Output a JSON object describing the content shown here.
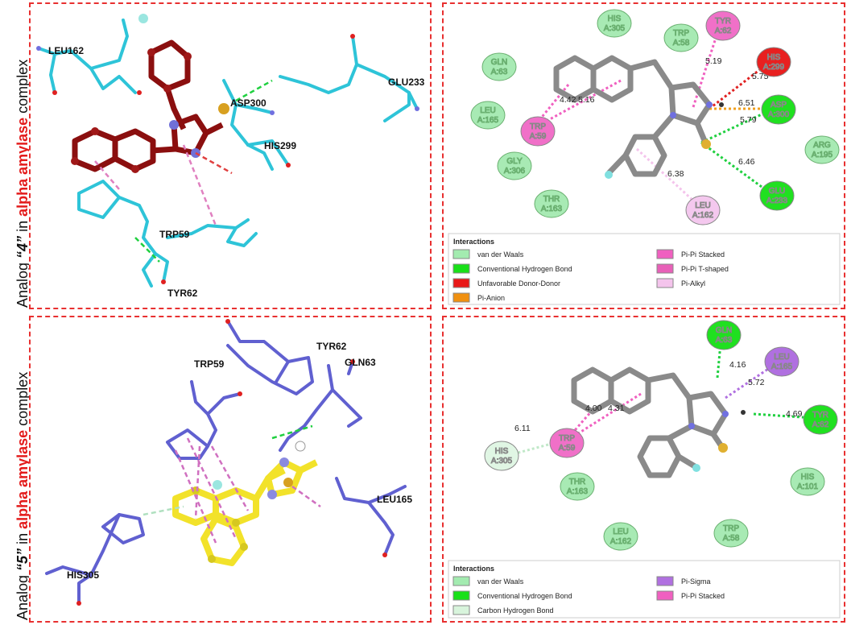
{
  "rows": [
    {
      "label_prefix": "Analog ",
      "label_analog": "“4”",
      "label_in": " in ",
      "label_enzyme": "alpha amylase",
      "label_suffix": " complex"
    },
    {
      "label_prefix": "Analog ",
      "label_analog": "“5”",
      "label_in": " in ",
      "label_enzyme": "alpha amylase",
      "label_suffix": " complex"
    }
  ],
  "panel_3d_4": {
    "residues": [
      "LEU162",
      "ASP300",
      "GLU233",
      "HIS299",
      "TRP59",
      "TYR62"
    ],
    "colors": {
      "ligand": "#8b0f0f",
      "protein": "#2ec4d8"
    }
  },
  "panel_2d_4": {
    "residues": [
      {
        "name": "HIS",
        "num": "A:305",
        "type": "vdw"
      },
      {
        "name": "TRP",
        "num": "A:58",
        "type": "vdw"
      },
      {
        "name": "TYR",
        "num": "A:62",
        "type": "pipi_t"
      },
      {
        "name": "HIS",
        "num": "A:299",
        "type": "unfav"
      },
      {
        "name": "GLN",
        "num": "A:63",
        "type": "vdw"
      },
      {
        "name": "LEU",
        "num": "A:165",
        "type": "vdw"
      },
      {
        "name": "TRP",
        "num": "A:59",
        "type": "pipi_s"
      },
      {
        "name": "ASP",
        "num": "A:300",
        "type": "hbond"
      },
      {
        "name": "ARG",
        "num": "A:195",
        "type": "vdw"
      },
      {
        "name": "GLY",
        "num": "A:306",
        "type": "vdw"
      },
      {
        "name": "THR",
        "num": "A:163",
        "type": "vdw"
      },
      {
        "name": "LEU",
        "num": "A:162",
        "type": "alkyl"
      },
      {
        "name": "GLU",
        "num": "A:233",
        "type": "hbond"
      }
    ],
    "distances": [
      "5.19",
      "5.75",
      "6.51",
      "5.79",
      "6.46",
      "6.38",
      "4.42",
      "5.16"
    ],
    "legend_title": "Interactions",
    "legend": [
      {
        "label": "van der Waals",
        "color": "#a3ebb0"
      },
      {
        "label": "Conventional Hydrogen Bond",
        "color": "#18e018"
      },
      {
        "label": "Unfavorable Donor-Donor",
        "color": "#e81818"
      },
      {
        "label": "Pi-Anion",
        "color": "#f09010"
      },
      {
        "label": "Pi-Pi Stacked",
        "color": "#f060c0"
      },
      {
        "label": "Pi-Pi T-shaped",
        "color": "#e860b8"
      },
      {
        "label": "Pi-Alkyl",
        "color": "#f4c4ec"
      }
    ]
  },
  "panel_3d_5": {
    "residues": [
      "TRP59",
      "TYR62",
      "GLN63",
      "LEU165",
      "HIS305"
    ],
    "colors": {
      "ligand": "#f2e22a",
      "protein": "#6060d0"
    }
  },
  "panel_2d_5": {
    "residues": [
      {
        "name": "GLN",
        "num": "A:63",
        "type": "hbond"
      },
      {
        "name": "LEU",
        "num": "A:165",
        "type": "pisigma"
      },
      {
        "name": "TYR",
        "num": "A:62",
        "type": "hbond"
      },
      {
        "name": "TRP",
        "num": "A:59",
        "type": "pipi_s"
      },
      {
        "name": "HIS",
        "num": "A:305",
        "type": "chb"
      },
      {
        "name": "THR",
        "num": "A:163",
        "type": "vdw"
      },
      {
        "name": "HIS",
        "num": "A:101",
        "type": "vdw"
      },
      {
        "name": "LEU",
        "num": "A:162",
        "type": "vdw"
      },
      {
        "name": "TRP",
        "num": "A:58",
        "type": "vdw"
      }
    ],
    "distances": [
      "4.16",
      "5.72",
      "4.69",
      "4.00",
      "4.31",
      "6.11"
    ],
    "legend_title": "Interactions",
    "legend": [
      {
        "label": "van der Waals",
        "color": "#a3ebb0"
      },
      {
        "label": "Conventional Hydrogen Bond",
        "color": "#18e018"
      },
      {
        "label": "Carbon Hydrogen Bond",
        "color": "#d8f4dc"
      },
      {
        "label": "Pi-Sigma",
        "color": "#b070e0"
      },
      {
        "label": "Pi-Pi Stacked",
        "color": "#f060c0"
      }
    ]
  }
}
